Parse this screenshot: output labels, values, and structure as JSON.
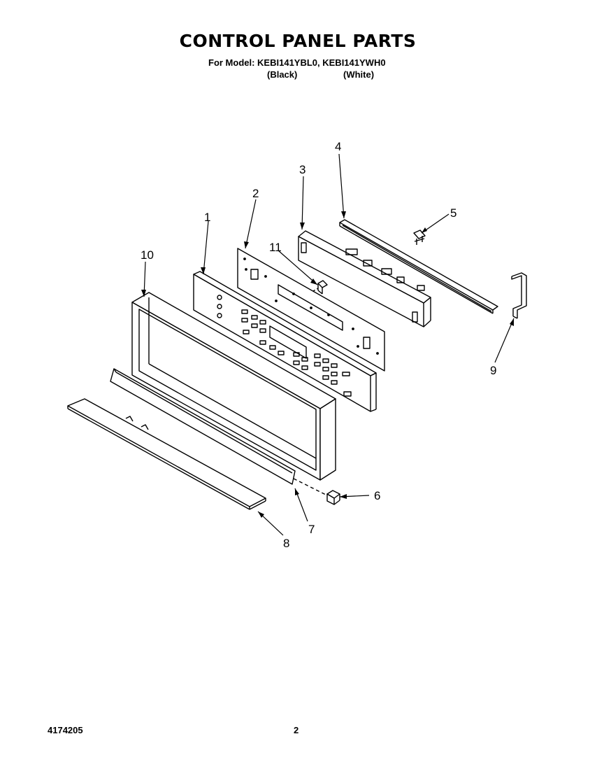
{
  "header": {
    "title": "CONTROL PANEL PARTS",
    "model_line": "For Model: KEBI141YBL0, KEBI141YWH0",
    "color_black": "(Black)",
    "color_white": "(White)"
  },
  "callouts": [
    "1",
    "2",
    "3",
    "4",
    "5",
    "6",
    "7",
    "8",
    "9",
    "10",
    "11"
  ],
  "footer": {
    "doc_number": "4174205",
    "page_number": "2"
  }
}
